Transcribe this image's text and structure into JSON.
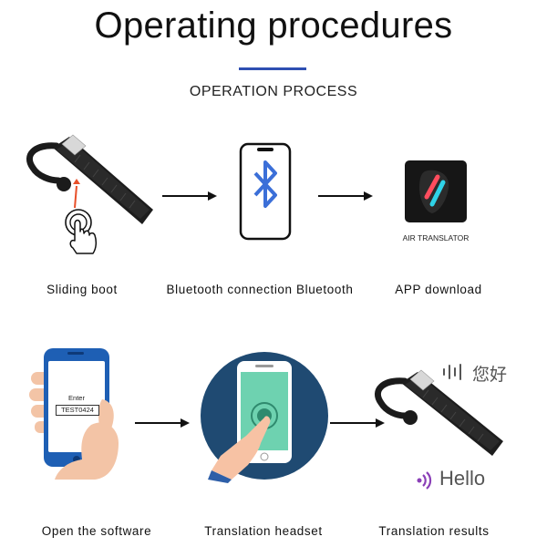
{
  "header": {
    "title": "Operating procedures",
    "subtitle": "OPERATION PROCESS"
  },
  "steps": [
    {
      "label": "Sliding boot",
      "icon": "earpiece-with-hand-press-icon"
    },
    {
      "label": "Bluetooth connection Bluetooth",
      "icon": "phone-bluetooth-icon"
    },
    {
      "label": "APP download",
      "icon": "air-translator-app-icon",
      "caption": "AIR TRANSLATOR"
    },
    {
      "label": "Open the software",
      "icon": "hand-holding-phone-icon",
      "phone_prompt": "Enter",
      "phone_code": "TEST0424"
    },
    {
      "label": "Translation headset",
      "icon": "phone-tap-circle-icon"
    },
    {
      "label": "Translation results",
      "icon": "earpiece-results-icon",
      "text_chinese": "您好",
      "text_english": "Hello"
    }
  ],
  "colors": {
    "accent_rule": "#2e4fb2",
    "bluetooth_blue": "#3b6fd8",
    "circle_navy": "#1f4a72",
    "phone_screen_green": "#6ed2b0",
    "voice_purple": "#8a3fb7"
  }
}
